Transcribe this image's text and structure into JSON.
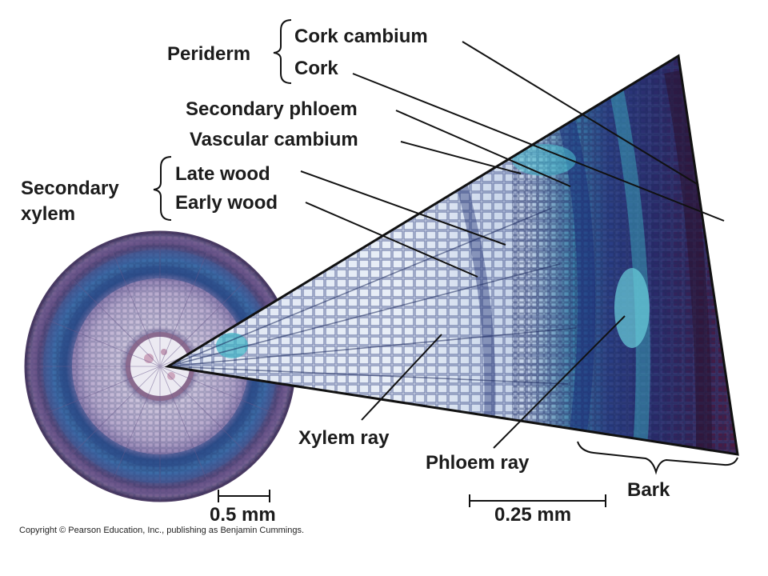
{
  "labels": {
    "periderm": "Periderm",
    "cork_cambium": "Cork cambium",
    "cork": "Cork",
    "secondary_phloem": "Secondary phloem",
    "vascular_cambium": "Vascular cambium",
    "secondary_xylem_line1": "Secondary",
    "secondary_xylem_line2": "xylem",
    "late_wood": "Late wood",
    "early_wood": "Early wood",
    "xylem_ray": "Xylem ray",
    "phloem_ray": "Phloem ray",
    "bark": "Bark"
  },
  "scale_bars": {
    "left": "0.5 mm",
    "right": "0.25 mm"
  },
  "copyright": "Copyright © Pearson Education, Inc., publishing as Benjamin Cummings.",
  "colors": {
    "ink": "#1c1c1c",
    "stain_purple": "#5a3f7a",
    "stain_navy": "#1f2a66",
    "stain_cyan": "#3fb3c4",
    "wood_pale": "#e8ebf2",
    "bark_dark": "#2a1230"
  }
}
